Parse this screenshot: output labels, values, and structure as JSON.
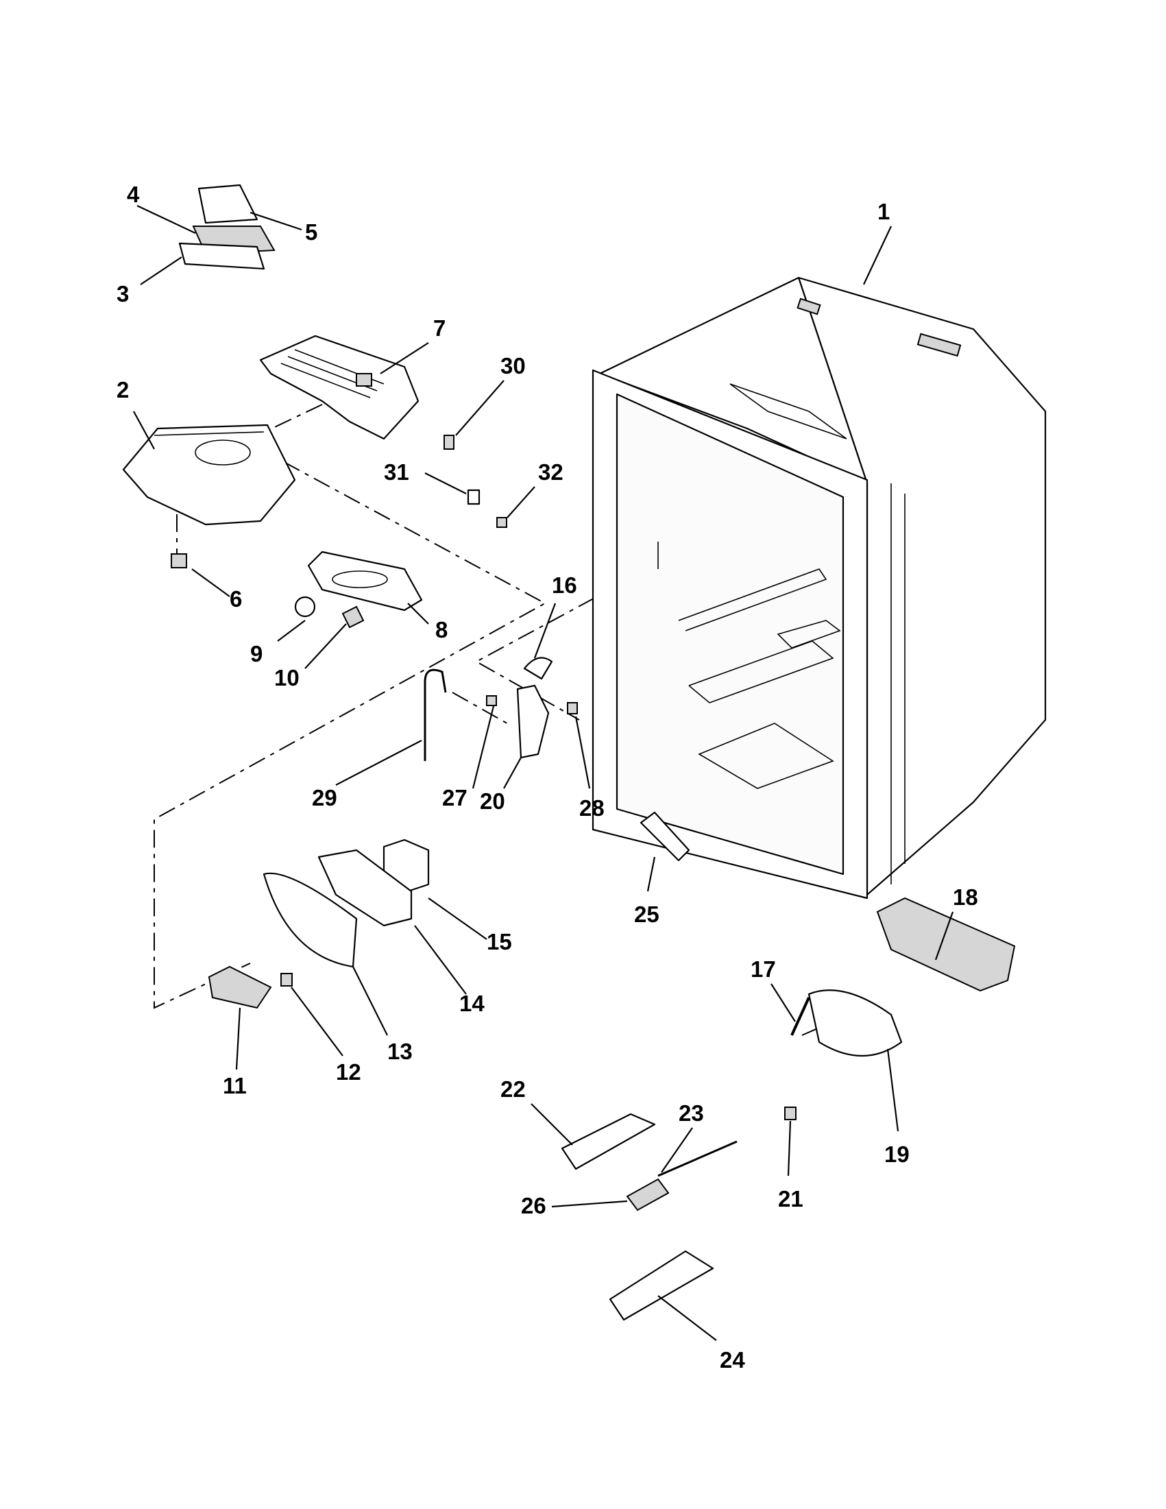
{
  "callouts": [
    {
      "id": "1",
      "label": "1"
    },
    {
      "id": "2",
      "label": "2"
    },
    {
      "id": "3",
      "label": "3"
    },
    {
      "id": "4",
      "label": "4"
    },
    {
      "id": "5",
      "label": "5"
    },
    {
      "id": "6",
      "label": "6"
    },
    {
      "id": "7",
      "label": "7"
    },
    {
      "id": "8",
      "label": "8"
    },
    {
      "id": "9",
      "label": "9"
    },
    {
      "id": "10",
      "label": "10"
    },
    {
      "id": "11",
      "label": "11"
    },
    {
      "id": "12",
      "label": "12"
    },
    {
      "id": "13",
      "label": "13"
    },
    {
      "id": "14",
      "label": "14"
    },
    {
      "id": "15",
      "label": "15"
    },
    {
      "id": "16",
      "label": "16"
    },
    {
      "id": "17",
      "label": "17"
    },
    {
      "id": "18",
      "label": "18"
    },
    {
      "id": "19",
      "label": "19"
    },
    {
      "id": "20",
      "label": "20"
    },
    {
      "id": "21",
      "label": "21"
    },
    {
      "id": "22",
      "label": "22"
    },
    {
      "id": "23",
      "label": "23"
    },
    {
      "id": "24",
      "label": "24"
    },
    {
      "id": "25",
      "label": "25"
    },
    {
      "id": "26",
      "label": "26"
    },
    {
      "id": "27",
      "label": "27"
    },
    {
      "id": "28",
      "label": "28"
    },
    {
      "id": "29",
      "label": "29"
    },
    {
      "id": "30",
      "label": "30"
    },
    {
      "id": "31",
      "label": "31"
    },
    {
      "id": "32",
      "label": "32"
    }
  ]
}
